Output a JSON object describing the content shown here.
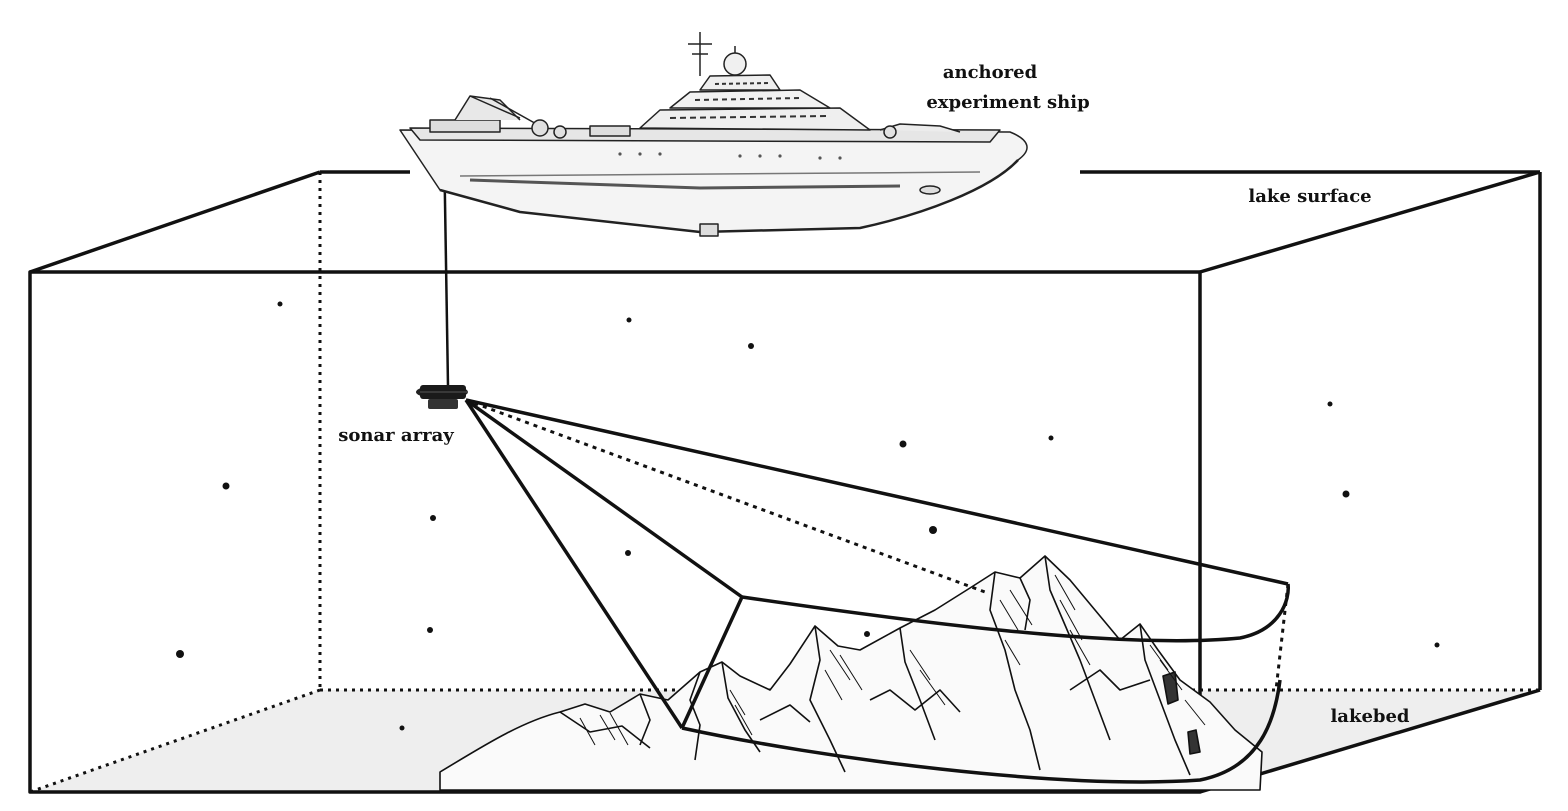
{
  "labels": {
    "ship_line1": "anchored",
    "ship_line2": "experiment ship",
    "surface": "lake surface",
    "sonar": "sonar array",
    "lakebed": "lakebed"
  },
  "colors": {
    "ink": "#111111",
    "lakebed_fill": "#eeeeee",
    "hull": "#f4f4f4"
  }
}
